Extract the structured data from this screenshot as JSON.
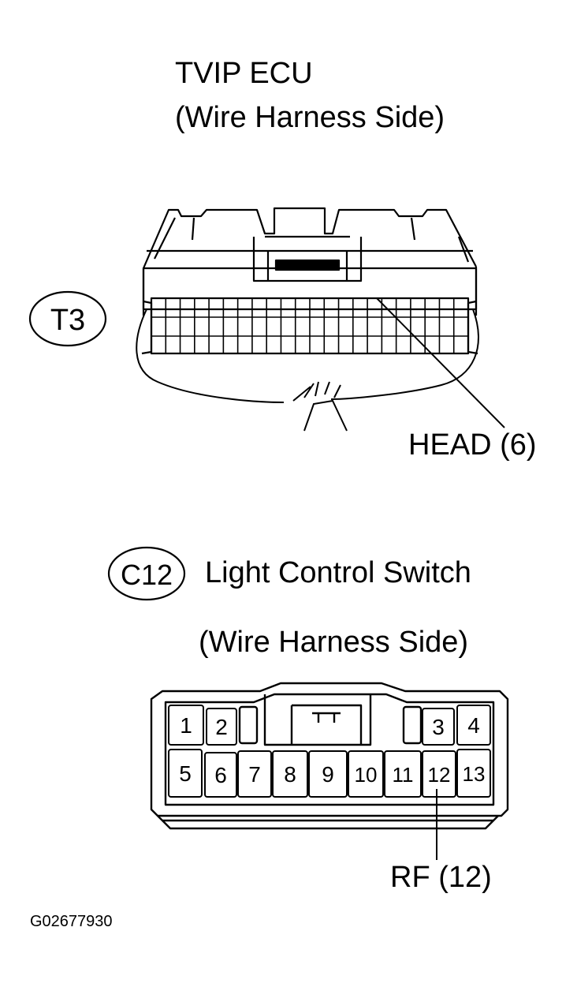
{
  "ecu": {
    "title": "TVIP ECU",
    "subtitle": "(Wire Harness Side)",
    "connector_id": "T3",
    "terminal_label": "HEAD (6)"
  },
  "switch": {
    "connector_id": "C12",
    "title": "Light Control Switch",
    "subtitle": "(Wire Harness Side)",
    "terminal_label": "RF (12)",
    "pins": [
      "1",
      "2",
      "3",
      "4",
      "5",
      "6",
      "7",
      "8",
      "9",
      "10",
      "11",
      "12",
      "13"
    ]
  },
  "figure_code": "G02677930"
}
